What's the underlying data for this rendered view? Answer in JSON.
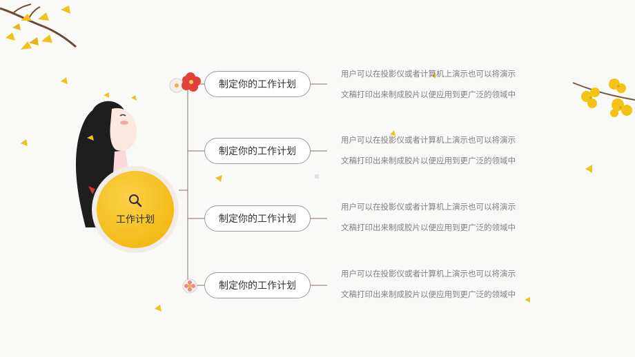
{
  "center": {
    "title": "工作计划",
    "icon": "magnifier-icon"
  },
  "items": [
    {
      "title": "制定你的工作计划",
      "line1": "用户可以在投影仪或者计算机上演示也可以将演示",
      "line2": "文稿打印出来制成胶片以便应用到更广泛的领域中"
    },
    {
      "title": "制定你的工作计划",
      "line1": "用户可以在投影仪或者计算机上演示也可以将演示",
      "line2": "文稿打印出来制成胶片以便应用到更广泛的领域中"
    },
    {
      "title": "制定你的工作计划",
      "line1": "用户可以在投影仪或者计算机上演示也可以将演示",
      "line2": "文稿打印出来制成胶片以便应用到更广泛的领域中"
    },
    {
      "title": "制定你的工作计划",
      "line1": "用户可以在投影仪或者计算机上演示也可以将演示",
      "line2": "文稿打印出来制成胶片以便应用到更广泛的领域中"
    }
  ],
  "colors": {
    "accent_yellow": "#f3bb17",
    "connector": "#8a6a5a",
    "pill_border": "#9a9a9a",
    "desc_text": "#7f7f7f"
  }
}
